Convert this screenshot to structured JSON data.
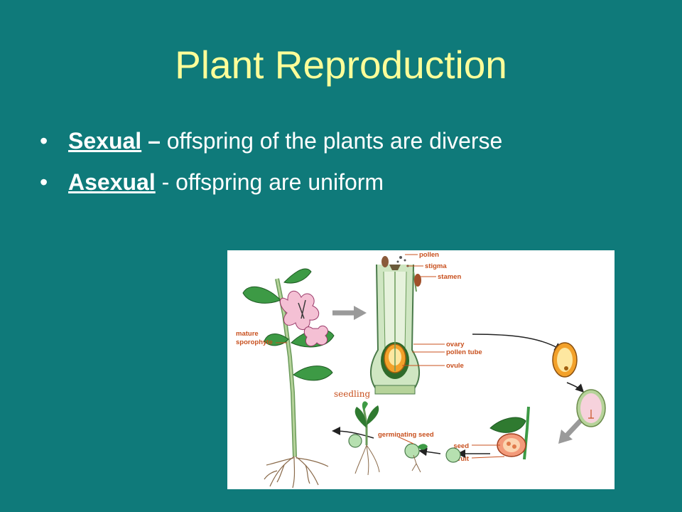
{
  "slide": {
    "title": "Plant Reproduction",
    "bullets": [
      {
        "bullet": "•",
        "term": "Sexual",
        "sep": " – ",
        "rest": "offspring of the plants are diverse"
      },
      {
        "bullet": "•",
        "term": "Asexual",
        "sep": " - ",
        "rest": "offspring are uniform"
      }
    ]
  },
  "figure": {
    "labels": {
      "pollen": "pollen",
      "stigma": "stigma",
      "stamen": "stamen",
      "mature": "mature",
      "sporophyte": "sporophyte",
      "ovary": "ovary",
      "pollen_tube": "pollen tube",
      "ovule": "ovule",
      "seedling": "seedling",
      "germinating_seed": "germinating seed",
      "seed": "seed",
      "fruit": "fruit"
    }
  },
  "colors": {
    "background": "#0f7a7a",
    "title": "#ffff99",
    "text": "#ffffff",
    "label": "#c8501e"
  }
}
